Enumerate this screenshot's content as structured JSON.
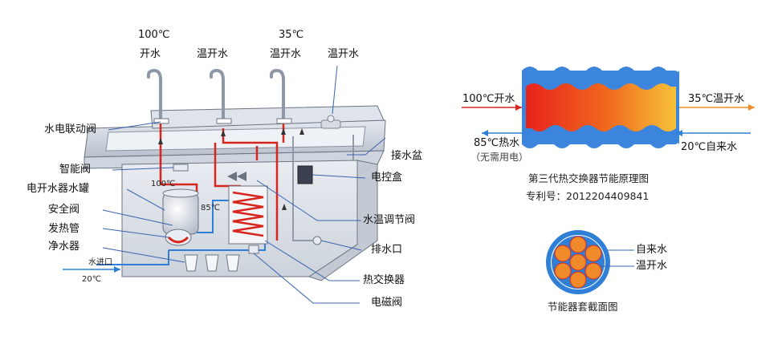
{
  "colors": {
    "hot": "#d7261e",
    "blue": "#2f7fd6",
    "warm": "#f08a2a",
    "line": "#3a64b0",
    "pipe": "#9ab0d8"
  },
  "machine": {
    "top_temps": [
      "100℃",
      "35℃"
    ],
    "taps": [
      "开水",
      "温开水",
      "温开水",
      "温开水"
    ],
    "left_labels": [
      "水电联动阀",
      "智能阀",
      "电开水器水罐",
      "安全阀",
      "发热管",
      "净水器"
    ],
    "right_labels": [
      "接水盆",
      "电控盒",
      "水温调节阀",
      "排水口",
      "热交换器",
      "电磁阀"
    ],
    "inner_temps": [
      "100℃",
      "85℃"
    ],
    "inlet_label": "水进口",
    "inlet_temp": "20℃"
  },
  "exchanger": {
    "hot_in": "100℃开水",
    "warm_out": "35℃温开水",
    "hot_out_temp": "85℃热水",
    "hot_out_note": "（无需用电）",
    "cold_in": "20℃自来水",
    "caption": "第三代热交换器节能原理图",
    "patent": "专利号：2012204409841"
  },
  "cross_section": {
    "labels": [
      "自来水",
      "温开水"
    ],
    "caption": "节能器套截面图"
  }
}
